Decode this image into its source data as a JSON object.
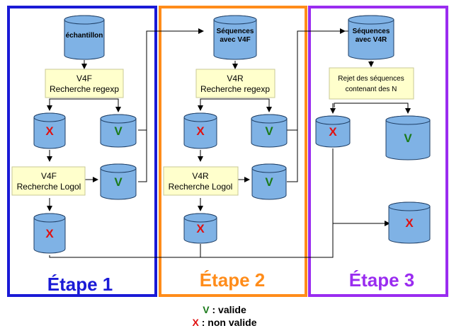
{
  "colors": {
    "stage1": "#1a1ad6",
    "stage2": "#ff8c1a",
    "stage3": "#9a2cf0",
    "cylinder_fill": "#7fb2e5",
    "cylinder_stroke": "#1f3f66",
    "box_fill": "#ffffcc",
    "box_stroke": "#c8c896",
    "valid": "#1a7a1a",
    "invalid": "#e01010"
  },
  "stages": [
    {
      "title": "Étape 1"
    },
    {
      "title": "Étape 2"
    },
    {
      "title": "Étape 3"
    }
  ],
  "nodes": {
    "echantillon": "échantillon",
    "seq_v4f_line1": "Séquences",
    "seq_v4f_line2": "avec V4F",
    "seq_v4r_line1": "Séquences",
    "seq_v4r_line2": "avec V4R",
    "v4f_regexp_line1": "V4F",
    "v4f_regexp_line2": "Recherche regexp",
    "v4f_logol_line1": "V4F",
    "v4f_logol_line2": "Recherche Logol",
    "v4r_regexp_line1": "V4R",
    "v4r_regexp_line2": "Recherche regexp",
    "v4r_logol_line1": "V4R",
    "v4r_logol_line2": "Recherche Logol",
    "rejet_line1": "Rejet des séquences",
    "rejet_line2": "contenant des N",
    "mark_valid": "V",
    "mark_invalid": "X"
  },
  "legend": {
    "valid_symbol": "V",
    "valid_text": " : valide",
    "invalid_symbol": "X",
    "invalid_text": " : non valide"
  }
}
